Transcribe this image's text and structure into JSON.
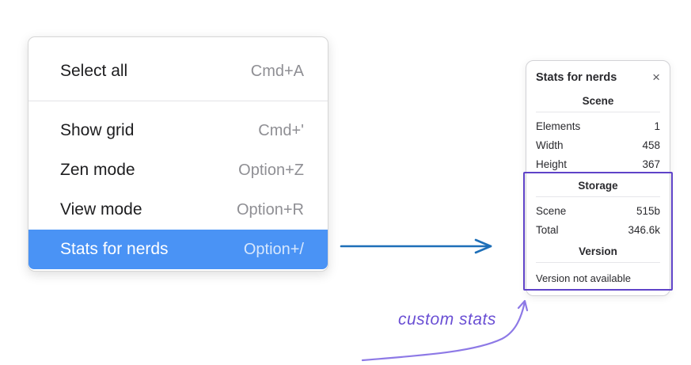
{
  "colors": {
    "menu_highlight": "#4a93f5",
    "flow_arrow": "#1e6fb8",
    "annotation_rect": "#5f43c8",
    "annotation_arrow": "#8d79e6",
    "annotation_text": "#6a4fd4"
  },
  "context_menu": {
    "items": [
      {
        "label": "Select all",
        "shortcut": "Cmd+A",
        "selected": false,
        "divider_after": true
      },
      {
        "label": "Show grid",
        "shortcut": "Cmd+'",
        "selected": false,
        "divider_after": false
      },
      {
        "label": "Zen mode",
        "shortcut": "Option+Z",
        "selected": false,
        "divider_after": false
      },
      {
        "label": "View mode",
        "shortcut": "Option+R",
        "selected": false,
        "divider_after": false
      },
      {
        "label": "Stats for nerds",
        "shortcut": "Option+/",
        "selected": true,
        "divider_after": false
      }
    ]
  },
  "stats_panel": {
    "title": "Stats for nerds",
    "close_label": "×",
    "sections": [
      {
        "heading": "Scene",
        "rows": [
          {
            "label": "Elements",
            "value": "1"
          },
          {
            "label": "Width",
            "value": "458"
          },
          {
            "label": "Height",
            "value": "367"
          }
        ]
      },
      {
        "heading": "Storage",
        "rows": [
          {
            "label": "Scene",
            "value": "515b"
          },
          {
            "label": "Total",
            "value": "346.6k"
          }
        ]
      },
      {
        "heading": "Version",
        "rows": [],
        "note": "Version not available"
      }
    ]
  },
  "annotation": {
    "label": "custom stats",
    "targets_sections": [
      "Storage",
      "Version"
    ]
  }
}
